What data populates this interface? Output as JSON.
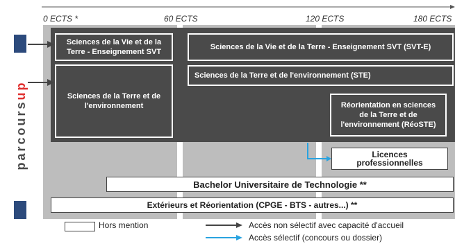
{
  "axis": {
    "ticks": [
      "0 ECTS *",
      "60 ECTS",
      "120 ECTS",
      "180 ECTS"
    ]
  },
  "brand": {
    "letters": [
      "p",
      "a",
      "r",
      "c",
      "o",
      "u",
      "r",
      "s",
      "u",
      "p"
    ],
    "colors": {
      "dark": "#4a4a4a",
      "accent": "#e0302f",
      "blue_bar": "#2c4a7c"
    }
  },
  "boxes": {
    "svt_l1": "Sciences de la Vie et de la Terre - Enseignement SVT",
    "ste_l1": "Sciences de la Terre et de l'environnement",
    "svte": "Sciences de la Vie et de la Terre - Enseignement SVT (SVT-E)",
    "ste": "Sciences de la Terre et de l'environnement (STE)",
    "reoste": "Réorientation en sciences de la Terre et de l'environnement (RéoSTE)",
    "licences_pro": "Licences professionnelles",
    "but": "Bachelor Universitaire de Technologie **",
    "exterieurs": "Extérieurs et Réorientation (CPGE - BTS - autres...) **"
  },
  "legend": {
    "hors_mention": "Hors mention",
    "non_selectif": "Accès non sélectif avec capacité d'accueil",
    "selectif": "Accès sélectif (concours ou dossier)"
  }
}
